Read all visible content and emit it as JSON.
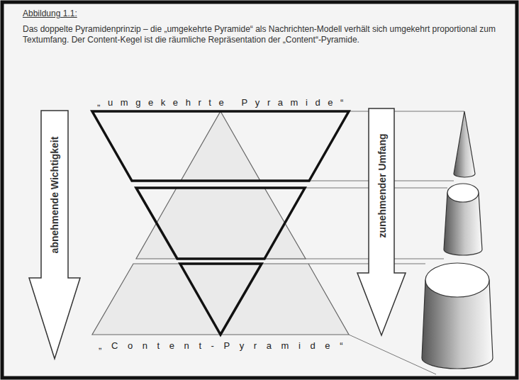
{
  "diagram": {
    "title": "Abbildung 1.1:",
    "caption": "Das doppelte Pyramidenprinzip – die „umgekehrte Pyramide“ als Nachrichten-Modell verhält sich umgekehrt proportional zum Textumfang. Der Content-Kegel ist die räumliche Repräsentation der „Content“-Pyramide.",
    "nodes": [
      {
        "text": [
          "abnehmende Wichtigkeit"
        ]
      },
      {
        "text": [
          "zunehmender Umfang"
        ]
      }
    ],
    "labels": [
      "„umgekehrte Pyramide“",
      "„Content-Pyramide“"
    ]
  }
}
